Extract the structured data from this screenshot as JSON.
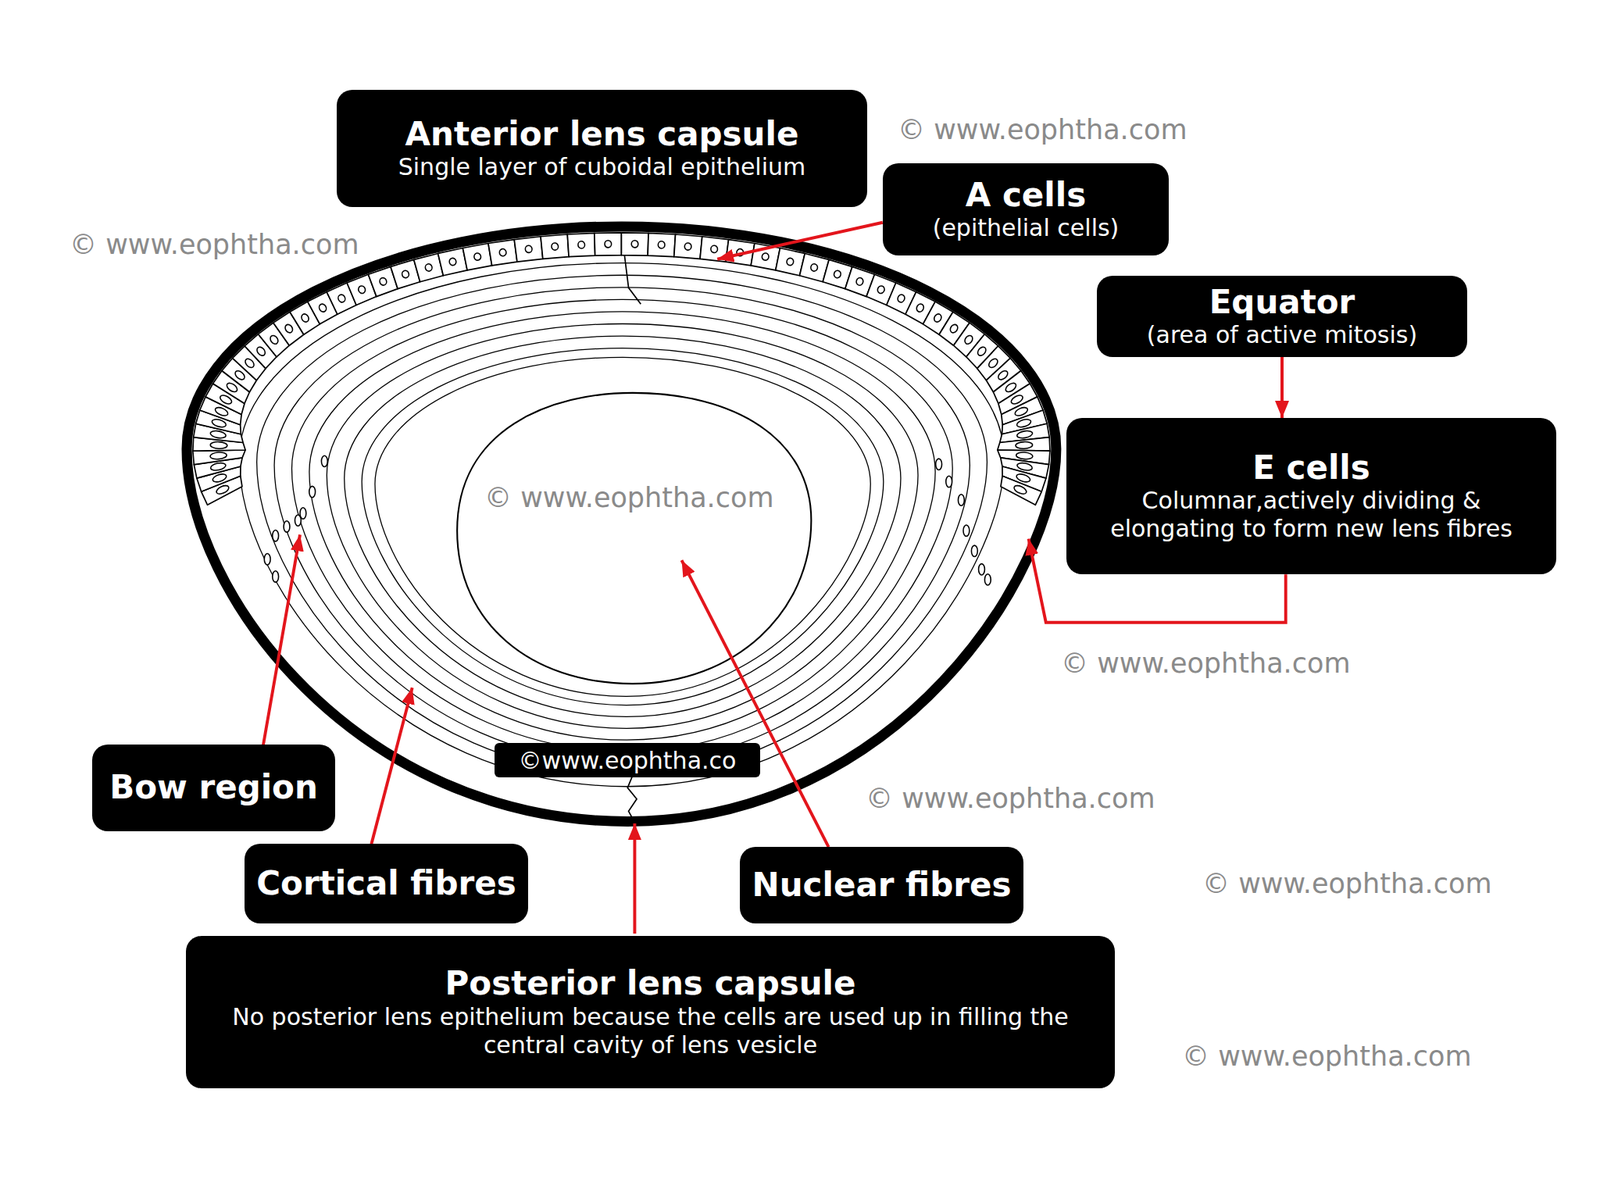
{
  "diagram": {
    "nodes": [
      {
        "text": [
          "Anterior lens capsule",
          "Single layer of cuboidal epithelium"
        ]
      },
      {
        "text": [
          "A cells",
          "(epithelial cells)"
        ]
      },
      {
        "text": [
          "Equator",
          "(area of active mitosis)"
        ]
      },
      {
        "text": [
          "E cells",
          "Columnar,actively dividing & elongating to form new lens fibres"
        ]
      },
      {
        "text": [
          "©www.eophtha.co"
        ]
      },
      {
        "text": [
          "Bow region"
        ]
      },
      {
        "text": [
          "Cortical fibres"
        ]
      },
      {
        "text": [
          "Nuclear fibres"
        ]
      },
      {
        "text": [
          "Posterior lens capsule",
          "No posterior lens epithelium because the cells are used up in filling the central cavity of lens vesicle"
        ]
      }
    ],
    "edges": [
      {
        "from": 2,
        "to": 3,
        "arrow": "to"
      }
    ],
    "labels": [
      "© www.eophtha.com",
      "© www.eophtha.com",
      "© www.eophtha.com",
      "© www.eophtha.com",
      "© www.eophtha.com",
      "© www.eophtha.com",
      "© www.eophtha.com"
    ]
  }
}
